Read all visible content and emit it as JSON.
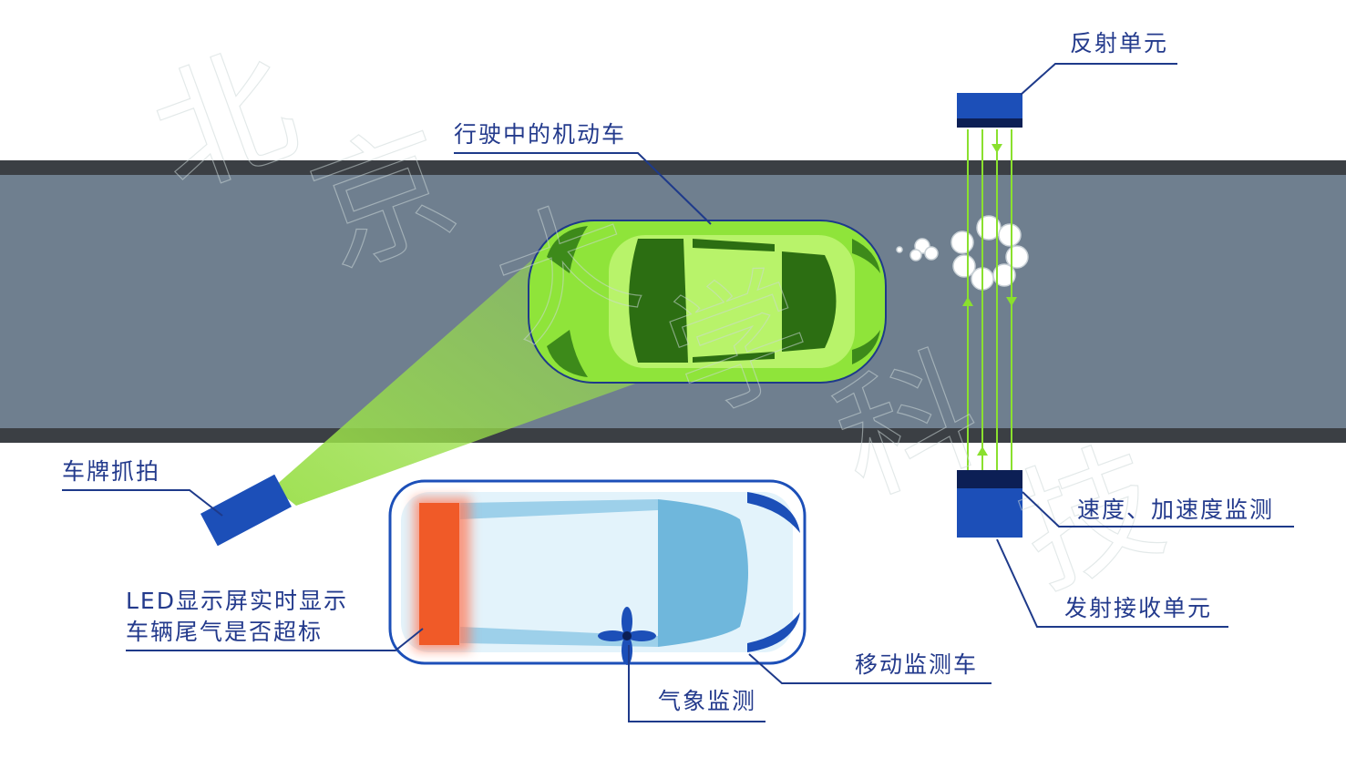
{
  "labels": {
    "moving_vehicle": "行驶中的机动车",
    "reflector_unit": "反射单元",
    "plate_capture": "车牌抓拍",
    "speed_monitoring": "速度、加速度监测",
    "emit_receive_unit": "发射接收单元",
    "led_line1": "LED显示屏实时显示",
    "led_line2": "车辆尾气是否超标",
    "mobile_vehicle": "移动监测车",
    "weather": "气象监测"
  },
  "watermark": [
    "北",
    "京",
    "大",
    "学",
    "科",
    "技"
  ],
  "colors": {
    "road": "#6f7f8f",
    "road_edge": "#3b3f44",
    "moving_car": "#8fe43a",
    "moving_car_dark": "#2c6e12",
    "laser": "#8ae02e",
    "unit_blue": "#1c4fb8",
    "led": "#f05a28",
    "label": "#233a8c"
  }
}
